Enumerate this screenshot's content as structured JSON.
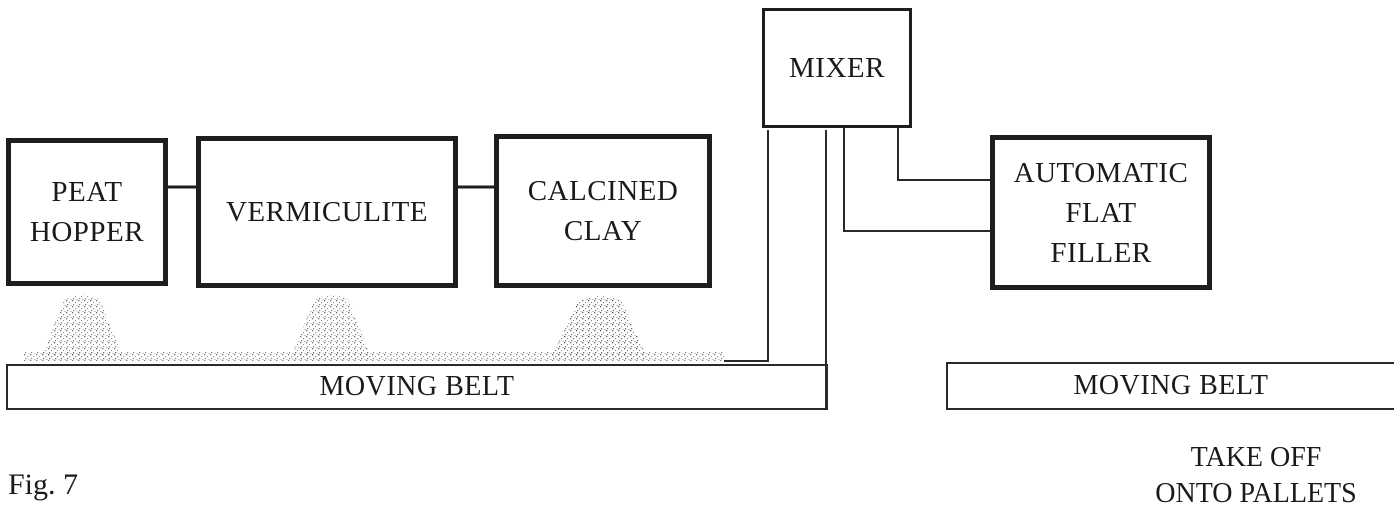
{
  "figure": {
    "label": "Fig. 7"
  },
  "nodes": {
    "peat_hopper": {
      "line1": "PEAT",
      "line2": "HOPPER"
    },
    "vermiculite": {
      "line1": "VERMICULITE"
    },
    "calcined_clay": {
      "line1": "CALCINED",
      "line2": "CLAY"
    },
    "mixer": {
      "line1": "MIXER"
    },
    "filler": {
      "line1": "AUTOMATIC",
      "line2": "FLAT",
      "line3": "FILLER"
    }
  },
  "belts": {
    "left": {
      "label": "MOVING BELT"
    },
    "right": {
      "label": "MOVING BELT"
    }
  },
  "output": {
    "line1": "TAKE OFF",
    "line2": "ONTO PALLETS"
  }
}
